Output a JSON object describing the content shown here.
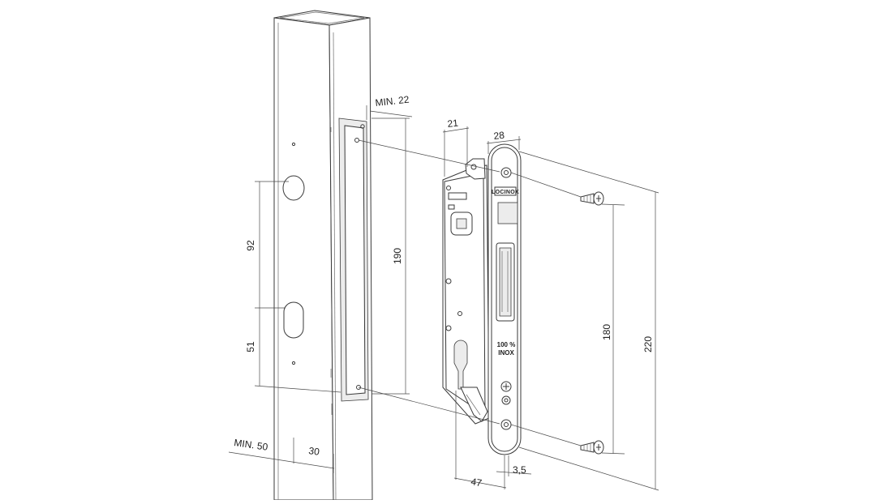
{
  "dimensions": {
    "min_22": "MIN. 22",
    "d21": "21",
    "d28": "28",
    "d92": "92",
    "d190": "190",
    "d51": "51",
    "d180": "180",
    "d220": "220",
    "min_50": "MIN. 50",
    "d30": "30",
    "d47": "47",
    "d3_5": "3,5"
  },
  "lock": {
    "brand_mark": "LOCINOX",
    "inox_line1": "100 %",
    "inox_line2": "INOX"
  }
}
